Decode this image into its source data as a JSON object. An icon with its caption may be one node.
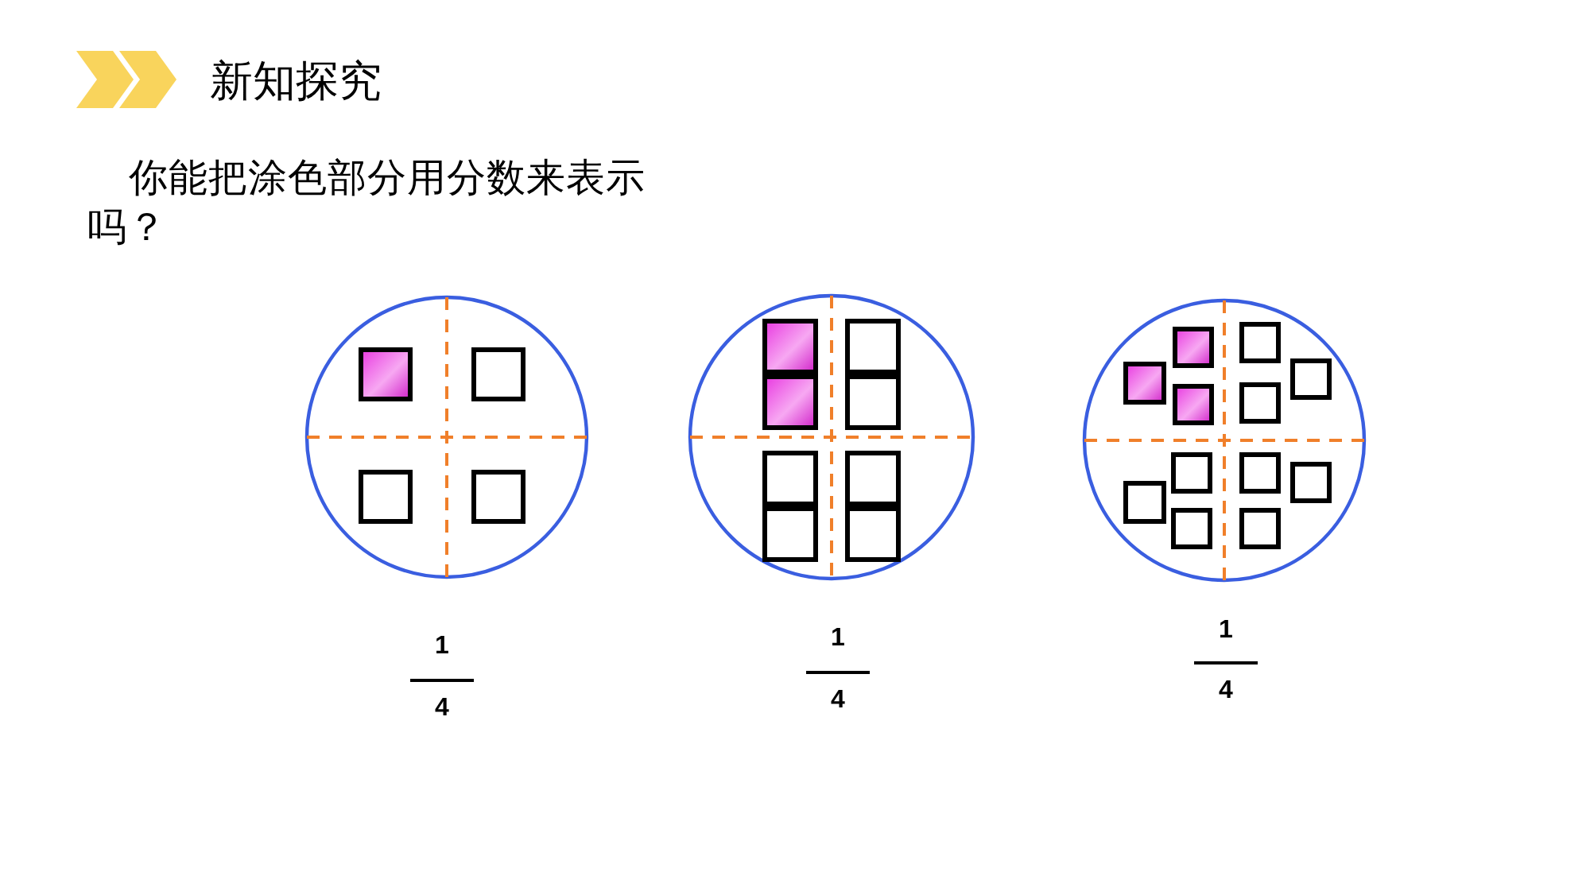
{
  "diagram": {
    "title": "新知探究",
    "labels": [
      "你能把涂色部分用分数来表示吗？",
      "1",
      "4",
      "1",
      "4",
      "1",
      "4"
    ]
  }
}
